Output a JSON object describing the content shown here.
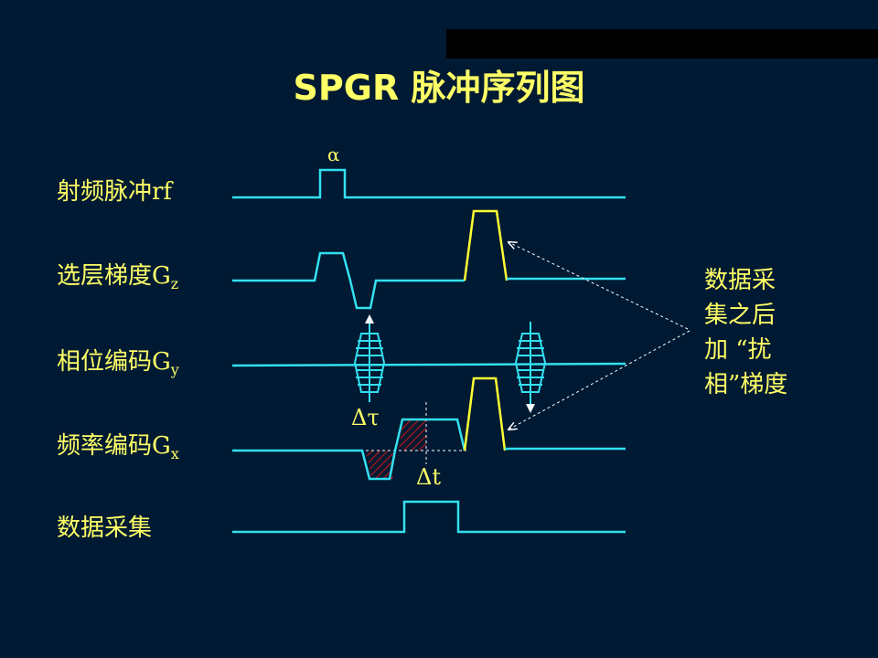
{
  "title": "SPGR 脉冲序列图",
  "rows": [
    {
      "label": "射频脉冲rf",
      "sub": ""
    },
    {
      "label": "选层梯度G",
      "sub": "z"
    },
    {
      "label": "相位编码G",
      "sub": "y"
    },
    {
      "label": "频率编码G",
      "sub": "x"
    },
    {
      "label": "数据采集",
      "sub": ""
    }
  ],
  "annotations": {
    "alpha": "α",
    "delta_tau": "Δτ",
    "delta_t": "Δt"
  },
  "note_lines": [
    "数据采",
    "集之后",
    "加 “扰",
    "相”梯度"
  ],
  "colors": {
    "background": "#001a33",
    "text": "#ffff66",
    "trace": "#33e0f0",
    "spoiler": "#ffff33",
    "hatch": "#b01818",
    "dashed": "#ffffff"
  }
}
